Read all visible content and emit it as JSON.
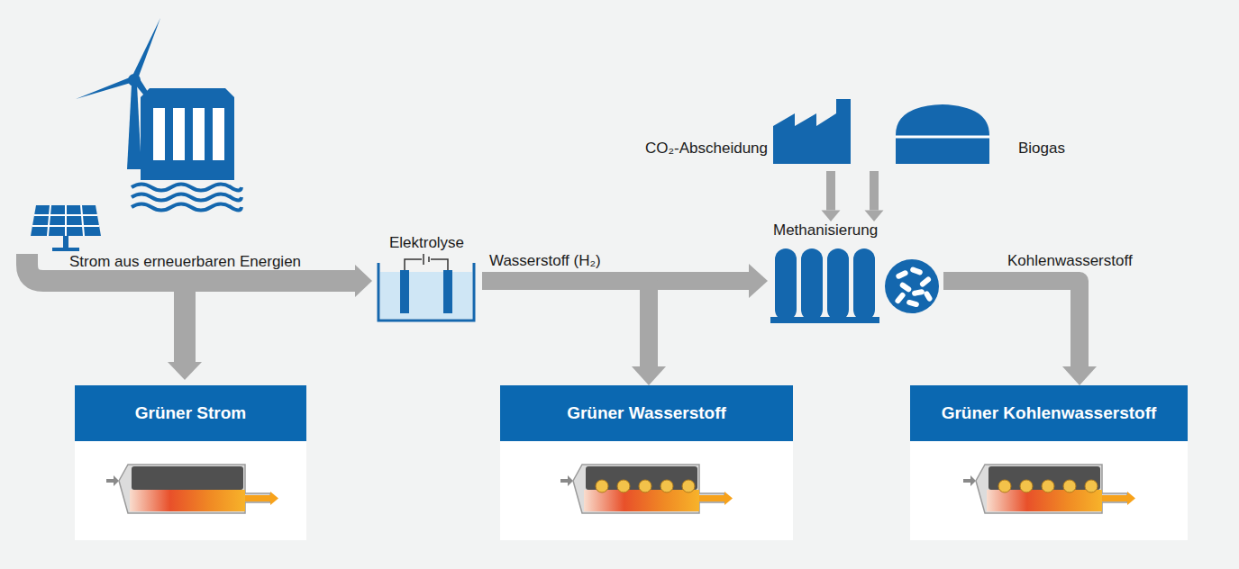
{
  "diagram": {
    "nodes": [
      {
        "text": [
          "Elektrolyse"
        ]
      },
      {
        "text": [
          "CO₂-Abscheidung"
        ]
      },
      {
        "text": [
          "Biogas"
        ]
      },
      {
        "text": [
          "Methanisierung"
        ]
      },
      {
        "text": [
          "Grüner Strom"
        ]
      },
      {
        "text": [
          "Grüner Wasserstoff"
        ]
      },
      {
        "text": [
          "Grüner Kohlenwasserstoff"
        ]
      }
    ],
    "edges": [
      {
        "from": 0,
        "to": 3,
        "label": "Wasserstoff (H₂)",
        "arrow": "to"
      },
      {
        "from": 0,
        "to": 5,
        "arrow": "to"
      },
      {
        "from": 1,
        "to": 3,
        "arrow": "to"
      },
      {
        "from": 2,
        "to": 3,
        "arrow": "to"
      },
      {
        "from": 3,
        "to": 6,
        "label": "Kohlenwasserstoff",
        "arrow": "to"
      }
    ],
    "labels": [
      "Strom aus erneuerbaren Energien"
    ]
  }
}
